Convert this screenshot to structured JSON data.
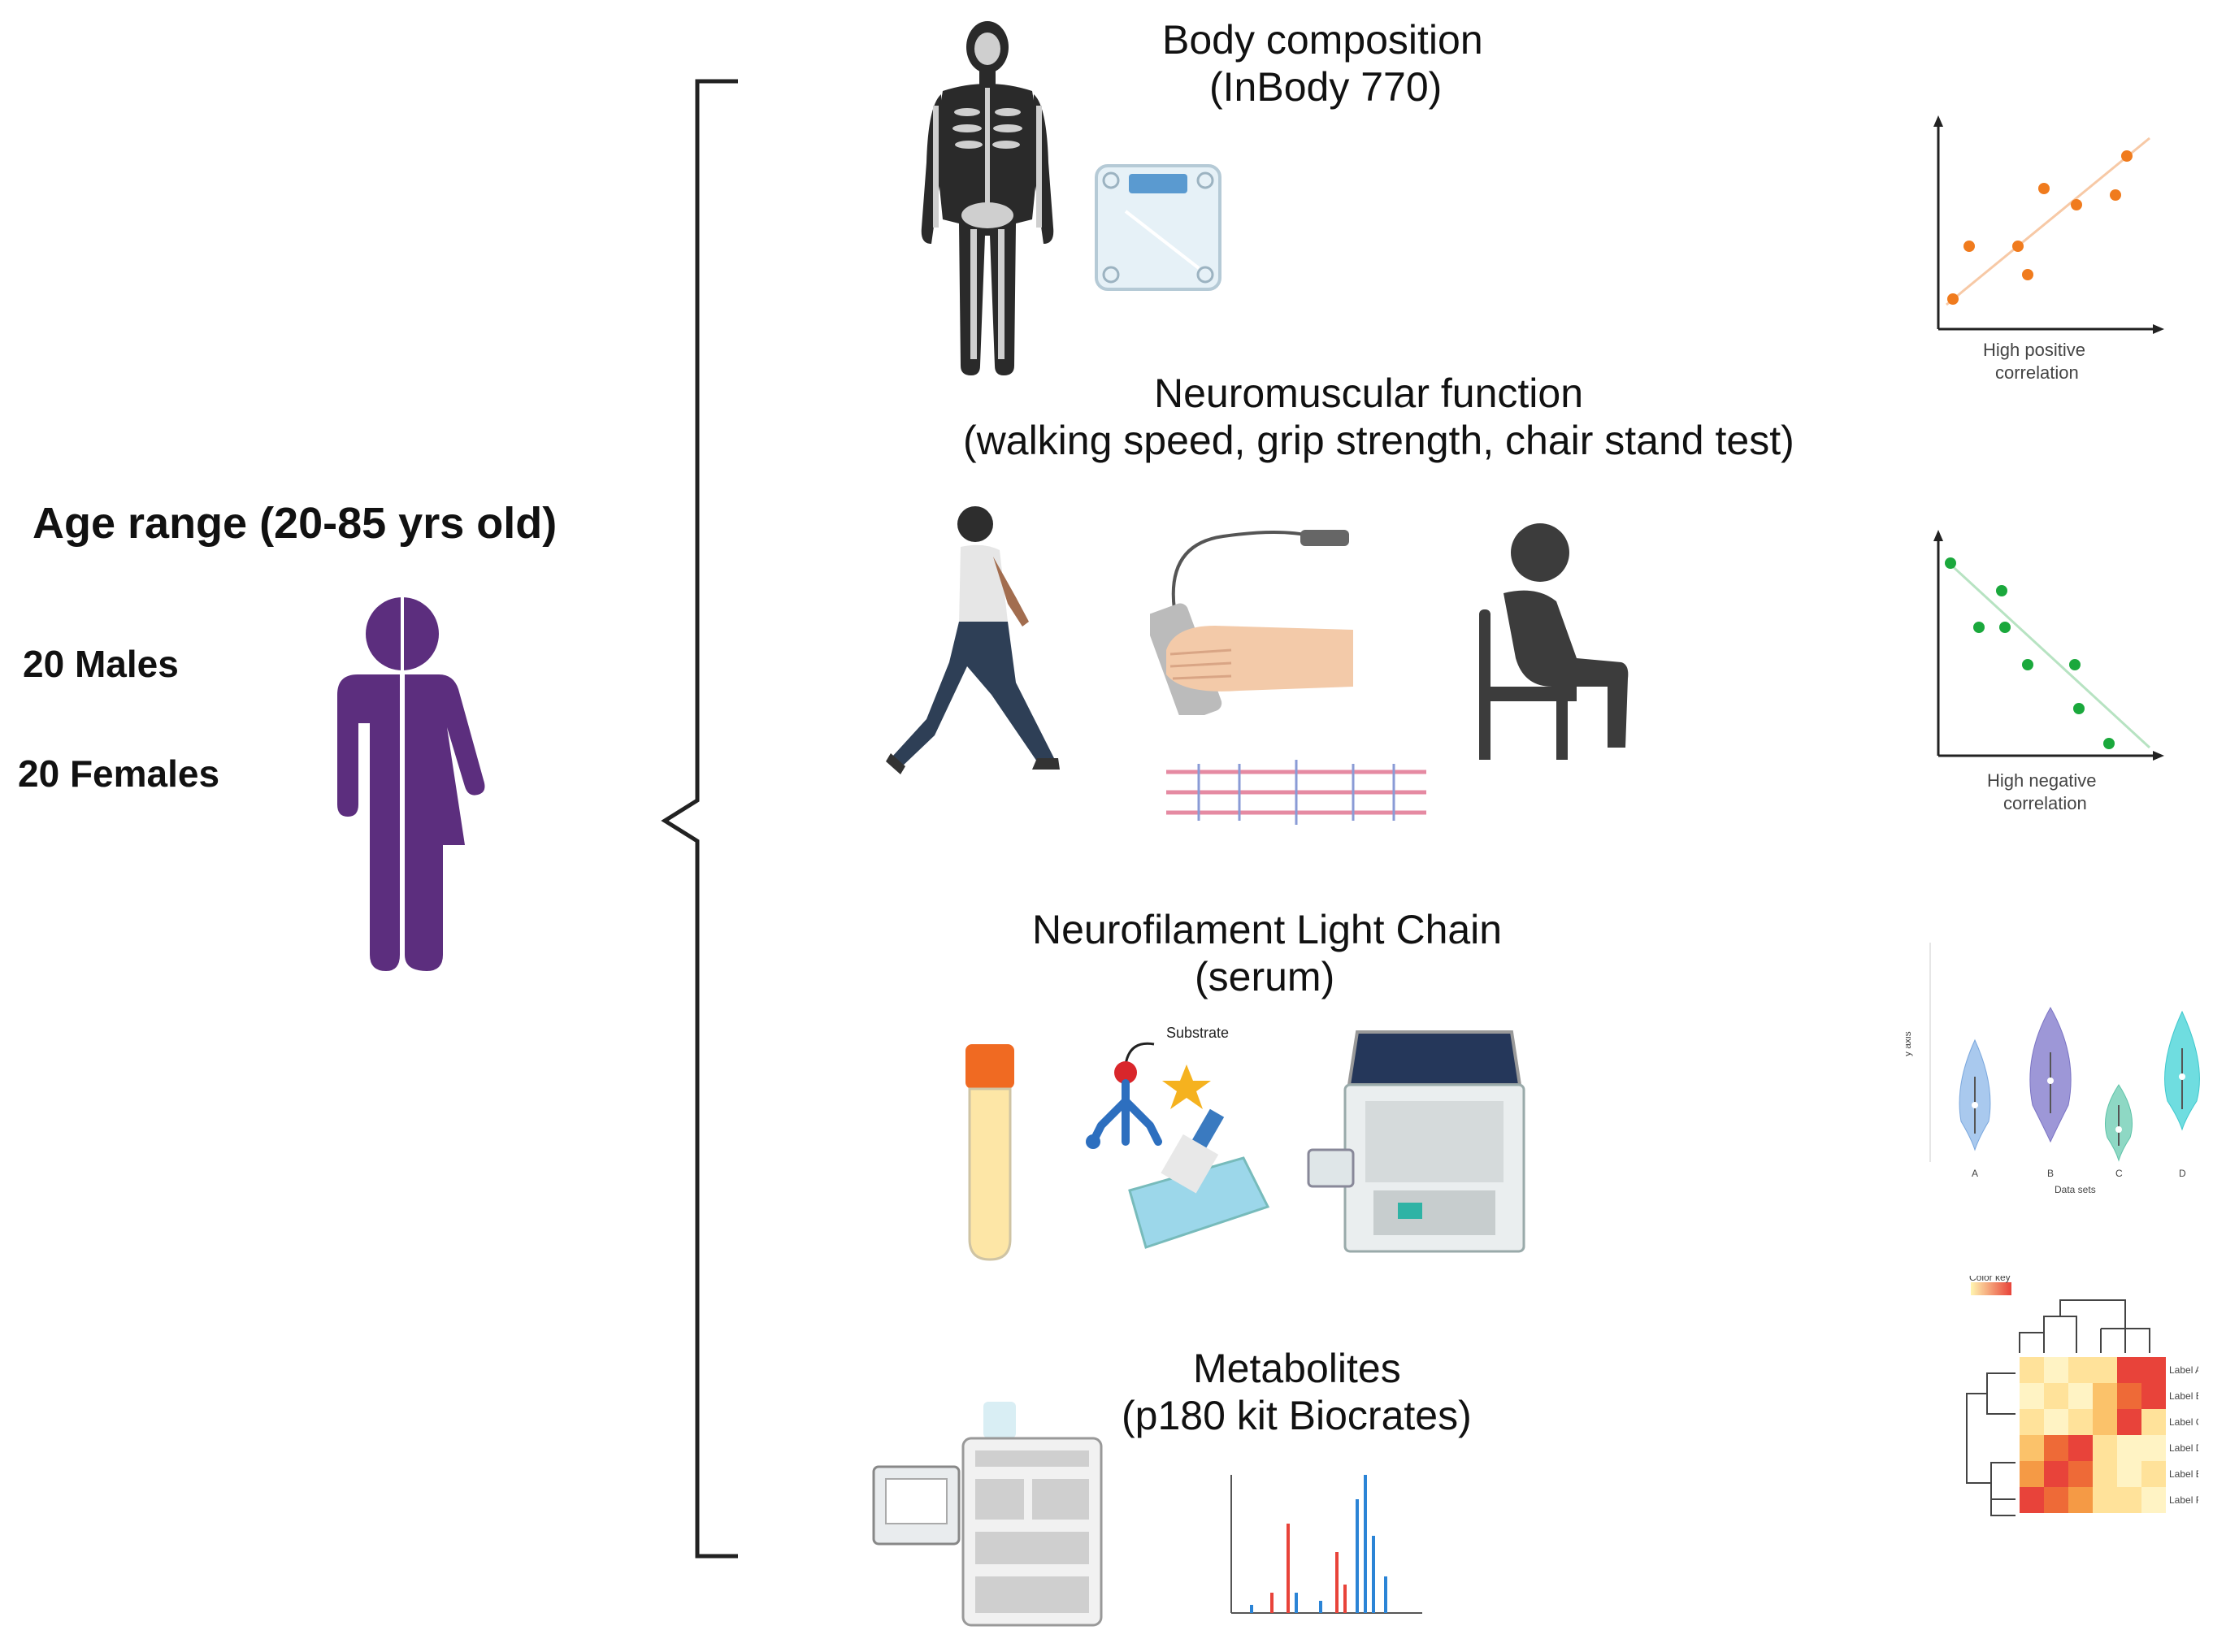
{
  "left": {
    "age_title": "Age range (20-85 yrs old)",
    "males": "20 Males",
    "females": "20 Females"
  },
  "sections": {
    "body": {
      "title": "Body composition",
      "subtitle": "(InBody 770)"
    },
    "neuro": {
      "title": "Neuromuscular function",
      "subtitle": "(walking speed, grip strength, chair stand test)"
    },
    "nfl": {
      "title": "Neurofilament Light Chain",
      "subtitle": "(serum)",
      "substrate_label": "Substrate"
    },
    "metab": {
      "title": "Metabolites",
      "subtitle": "(p180 kit Biocrates)"
    }
  },
  "mini_charts": {
    "positive": {
      "line1": "High positive",
      "line2": "correlation"
    },
    "negative": {
      "line1": "High negative",
      "line2": "correlation"
    },
    "violin": {
      "xlabel": "Data sets",
      "ylabel": "y axis",
      "categories": [
        "A",
        "B",
        "C",
        "D"
      ]
    },
    "heatmap": {
      "legend": "Color key",
      "rows": [
        "Label A",
        "Label B",
        "Label C",
        "Label D",
        "Label E",
        "Label F"
      ]
    }
  },
  "colors": {
    "purple": "#5c2e7e",
    "orange": "#f07b1d",
    "green": "#1aa83c",
    "blue": "#2b84d6",
    "red": "#e8433a"
  }
}
